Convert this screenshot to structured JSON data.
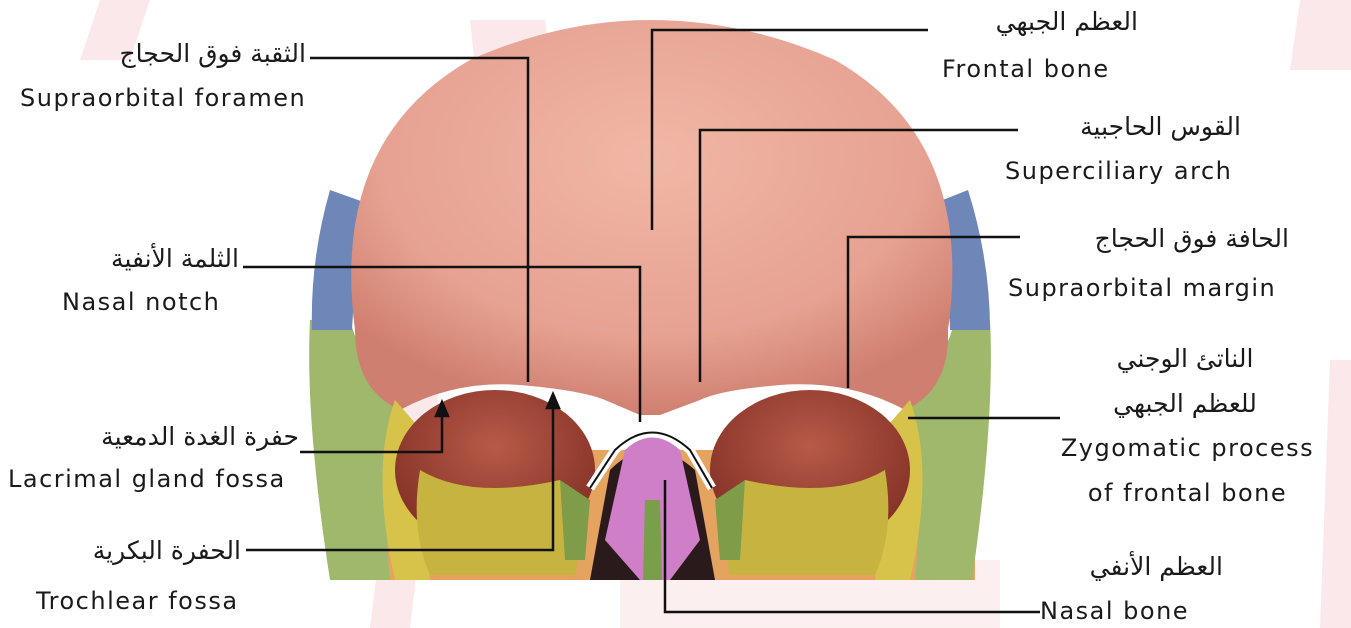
{
  "labels": {
    "supraorbital_foramen": {
      "ar": "الثقبة فوق الحجاج",
      "en": "Supraorbital foramen"
    },
    "nasal_notch": {
      "ar": "الثلمة الأنفية",
      "en": "Nasal notch"
    },
    "lacrimal_gland_fossa": {
      "ar": "حفرة الغدة الدمعية",
      "en": "Lacrimal gland fossa"
    },
    "trochlear_fossa": {
      "ar": "الحفرة البكرية",
      "en": "Trochlear fossa"
    },
    "frontal_bone": {
      "ar": "العظم الجبهي",
      "en": "Frontal bone"
    },
    "superciliary_arch": {
      "ar": "القوس الحاجبية",
      "en": "Superciliary arch"
    },
    "supraorbital_margin": {
      "ar": "الحافة فوق الحجاج",
      "en": "Supraorbital margin"
    },
    "zygomatic_process": {
      "ar_line1": "الناتئ الوجني",
      "ar_line2": "للعظم الجبهي",
      "en_line1": "Zygomatic process",
      "en_line2": "of frontal bone"
    },
    "nasal_bone": {
      "ar": "العظم الأنفي",
      "en": "Nasal bone"
    }
  },
  "colors": {
    "frontal": "#e8a596",
    "parietal_blue": "#6f86b8",
    "sphenoid_green": "#9fb86c",
    "zygomatic_yellow": "#d8c34a",
    "orbit_dark": "#8e3a2e",
    "nasal_pink": "#cf7fc8",
    "watermark": "#f6d8da"
  }
}
